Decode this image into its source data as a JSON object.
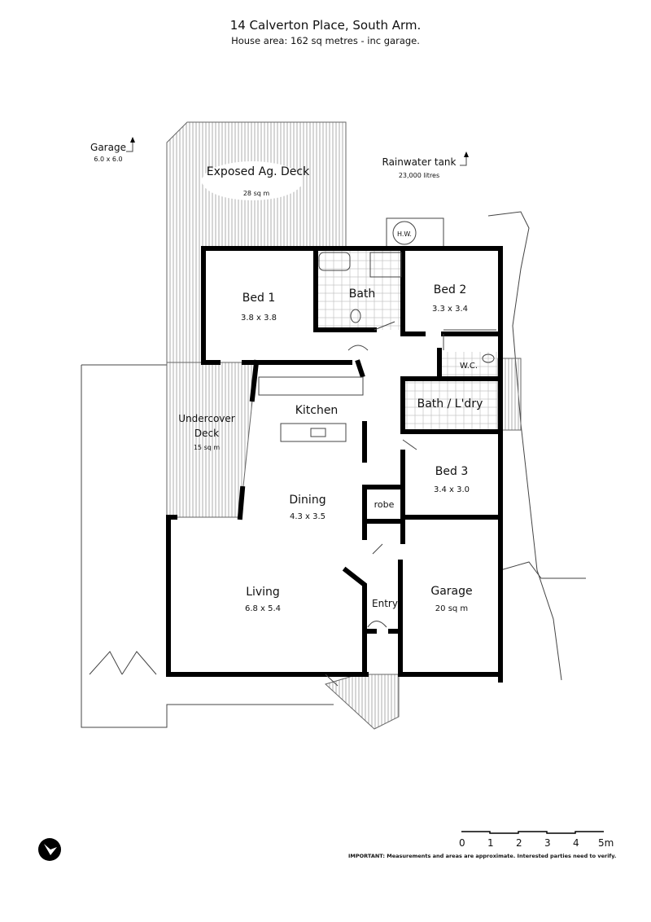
{
  "header": {
    "title": "14 Calverton Place, South Arm.",
    "subtitle": "House area: 162 sq metres - inc garage."
  },
  "annotations": {
    "garage_offsite": {
      "label": "Garage",
      "size": "6.0 x 6.0"
    },
    "rainwater_tank": {
      "label": "Rainwater tank",
      "size": "23,000 litres"
    },
    "hot_water": "H.W."
  },
  "rooms": {
    "exposed_deck": {
      "label": "Exposed Ag. Deck",
      "size": "28 sq m"
    },
    "undercover_deck": {
      "label1": "Undercover",
      "label2": "Deck",
      "size": "15 sq m"
    },
    "bed1": {
      "label": "Bed 1",
      "size": "3.8 x 3.8"
    },
    "bath": {
      "label": "Bath"
    },
    "bed2": {
      "label": "Bed 2",
      "size": "3.3 x 3.4"
    },
    "wc": {
      "label": "W.C."
    },
    "bath_laundry": {
      "label": "Bath / L'dry"
    },
    "kitchen": {
      "label": "Kitchen"
    },
    "dining": {
      "label": "Dining",
      "size": "4.3 x 3.5"
    },
    "robe": {
      "label": "robe"
    },
    "bed3": {
      "label": "Bed 3",
      "size": "3.4 x 3.0"
    },
    "living": {
      "label": "Living",
      "size": "6.8 x 5.4"
    },
    "entry": {
      "label": "Entry"
    },
    "garage": {
      "label": "Garage",
      "size": "20 sq m"
    }
  },
  "scale_bar": {
    "ticks": [
      "0",
      "1",
      "2",
      "3",
      "4",
      "5m"
    ]
  },
  "footer": {
    "note": "IMPORTANT: Measurements and areas are approximate. Interested parties need to verify."
  }
}
